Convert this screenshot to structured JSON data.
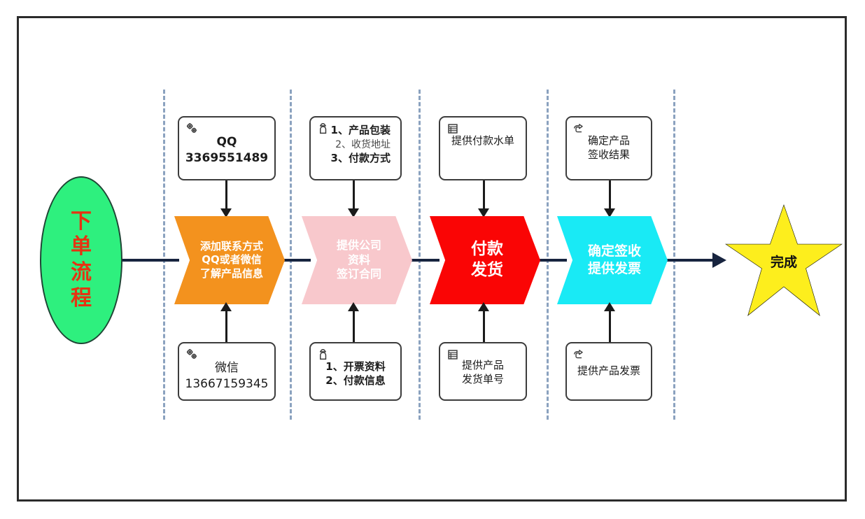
{
  "diagram": {
    "title": "下单流程",
    "start_node": {
      "label": "下单流程",
      "shape": "ellipse",
      "fill": "#2ef07e",
      "text_color": "#e63312"
    },
    "end_node": {
      "label": "完成",
      "shape": "star",
      "fill": "#fdee1d",
      "text_color": "#111111"
    },
    "connector_color": "#17243f",
    "divider_color": "#8ba2bf",
    "stages": [
      {
        "index": 1,
        "chevron": {
          "label": "添加联系方式\nQQ或者微信\n了解产品信息",
          "fill": "#f3921e",
          "text_color": "#ffffff"
        },
        "top_note": {
          "icon": "gears-icon",
          "text": "QQ\n3369551489"
        },
        "bottom_note": {
          "icon": "gears-icon",
          "text": "微信\n13667159345"
        }
      },
      {
        "index": 2,
        "chevron": {
          "label": "提供公司\n资料\n签订合同",
          "fill": "#f8c8cc",
          "text_color": "#ffffff"
        },
        "top_note": {
          "icon": "person-icon",
          "line1": "1、产品包装",
          "line2": "2、收货地址",
          "line3": "3、付款方式"
        },
        "bottom_note": {
          "icon": "person-icon",
          "text": "1、开票资料\n2、付款信息"
        }
      },
      {
        "index": 3,
        "chevron": {
          "label": "付款\n发货",
          "fill": "#fa0505",
          "text_color": "#ffffff"
        },
        "top_note": {
          "icon": "list-icon",
          "text": "提供付款水单"
        },
        "bottom_note": {
          "icon": "list-icon",
          "text": "提供产品\n发货单号"
        }
      },
      {
        "index": 4,
        "chevron": {
          "label": "确定签收\n提供发票",
          "fill": "#19eaf5",
          "text_color": "#ffffff"
        },
        "top_note": {
          "icon": "pointing-hand-icon",
          "text": "确定产品\n签收结果"
        },
        "bottom_note": {
          "icon": "pointing-hand-icon",
          "text": "提供产品发票"
        }
      }
    ]
  }
}
